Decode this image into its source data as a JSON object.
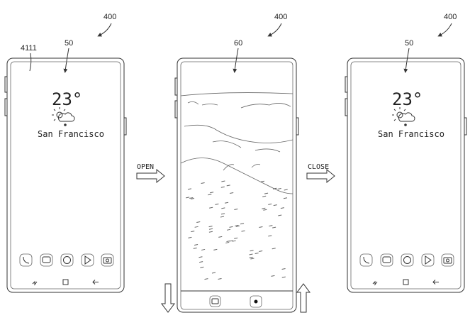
{
  "figure": {
    "ref_device_left": "400",
    "ref_device_middle": "400",
    "ref_device_right": "400",
    "ref_area": "4111",
    "ref_screen_left": "50",
    "ref_screen_middle": "60",
    "ref_screen_right": "50"
  },
  "left_phone": {
    "temperature": "23°",
    "weather_icon": "partly-cloudy-icon",
    "city": "San Francisco",
    "dock_icons": [
      "phone-icon",
      "message-icon",
      "browser-icon",
      "play-store-icon",
      "camera-icon"
    ],
    "nav_icons": [
      "recent-apps-icon",
      "home-icon",
      "back-icon"
    ]
  },
  "middle_phone": {
    "content": "landscape-image",
    "bottom_bar_icons": [
      "camera-switch-icon",
      "shutter-button"
    ]
  },
  "right_phone": {
    "temperature": "23°",
    "weather_icon": "partly-cloudy-icon",
    "city": "San Francisco",
    "dock_icons": [
      "phone-icon",
      "message-icon",
      "browser-icon",
      "play-store-icon",
      "camera-icon"
    ],
    "nav_icons": [
      "recent-apps-icon",
      "home-icon",
      "back-icon"
    ]
  },
  "transitions": {
    "open_label": "OPEN",
    "close_label": "CLOSE"
  },
  "colors": {
    "line": "#333333",
    "background": "#ffffff"
  }
}
